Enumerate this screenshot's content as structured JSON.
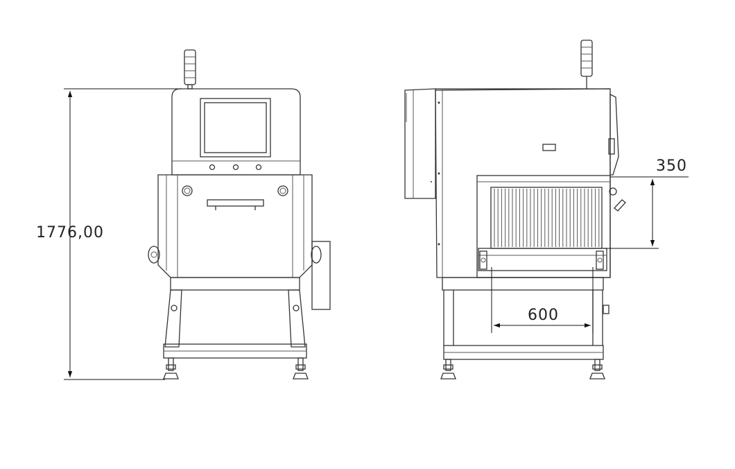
{
  "dimensions": {
    "height_label": "1776,00",
    "tunnel_height_label": "350",
    "tunnel_width_label": "600"
  },
  "colors": {
    "line": "#333333",
    "dimension_line": "#111111",
    "background": "#ffffff"
  }
}
